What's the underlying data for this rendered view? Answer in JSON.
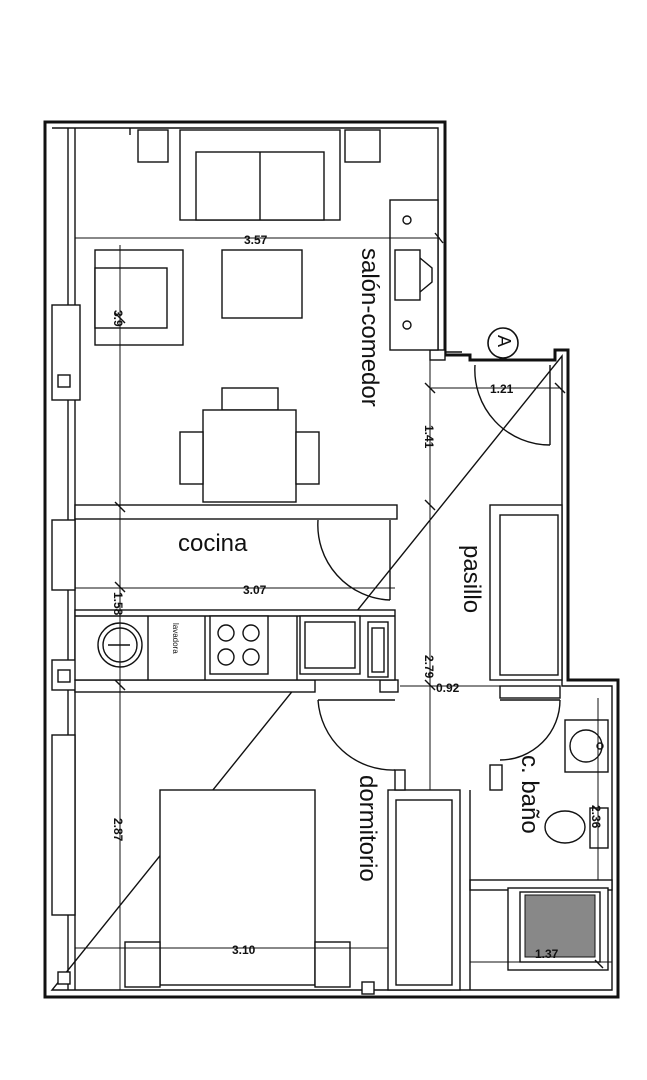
{
  "rooms": {
    "salon": "salón-comedor",
    "cocina": "cocina",
    "pasillo": "pasillo",
    "dormitorio": "dormitorio",
    "bano": "c. baño"
  },
  "entrance_marker": "A",
  "appliance_label": "lavadora",
  "dimensions": {
    "salon_width": "3.57",
    "salon_small": "3.9",
    "entrance_width": "1.21",
    "hall_1": "1.41",
    "cocina_width": "3.07",
    "cocina_depth": "1.58",
    "hall_2": "2.79",
    "hall_door": "0.92",
    "dorm_width": "3.10",
    "dorm_depth": "2.87",
    "bano_depth": "2.36",
    "bano_width": "1.37"
  }
}
